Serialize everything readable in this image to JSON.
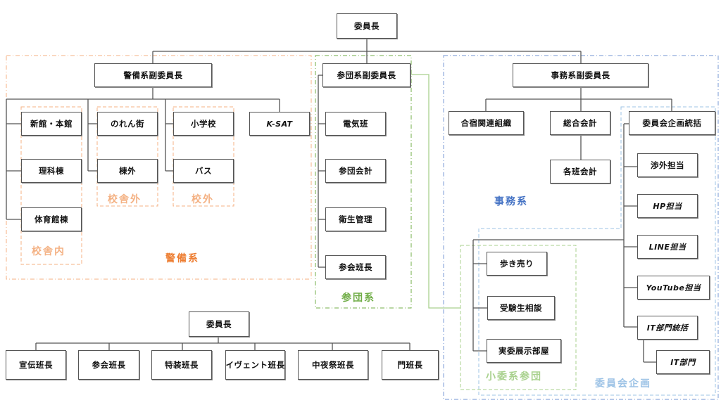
{
  "colors": {
    "keibi": "#F4B183",
    "keibi_label": "#ED7D31",
    "sandan": "#70AD47",
    "sandan_box": "#A9D18E",
    "jimu": "#8FAADC",
    "jimu_label": "#4472C4",
    "iinkai": "#9DC3E6",
    "line": "#555555",
    "green_link": "#A9D18E"
  },
  "top_chart": {
    "chair": "委員長",
    "keibi": {
      "vice": "警備系副委員長",
      "label": "警備系",
      "inside": {
        "label": "校舎内",
        "items": [
          "新館・本館",
          "理科棟",
          "体育館棟"
        ]
      },
      "outside_building": {
        "label": "校舎外",
        "items": [
          "のれん街",
          "棟外"
        ]
      },
      "outside_school": {
        "label": "校外",
        "items": [
          "小学校",
          "バス"
        ]
      },
      "ksat": "K-SAT"
    },
    "sandan": {
      "vice": "参団系副委員長",
      "label": "参団系",
      "items": [
        "電気班",
        "参団会計",
        "衛生管理",
        "参会班長"
      ]
    },
    "jimu": {
      "vice": "事務系副委員長",
      "label": "事務系",
      "gasshuku": "合宿関連組織",
      "somu": "総合会計",
      "kakuhan": "各班会計",
      "kikaku_head": "委員会企画統括",
      "kikaku_label": "委員会企画",
      "kikaku_items": [
        "渉外担当",
        "HP担当",
        "LINE担当",
        "YouTube担当",
        "IT部門統括"
      ],
      "it_dept": "IT部門",
      "shoiin_label": "小委系参団",
      "shoiin_items": [
        "歩き売り",
        "受験生相談",
        "実委展示部屋"
      ]
    }
  },
  "bottom_chart": {
    "chair": "委員長",
    "items": [
      "宣伝班長",
      "参会班長",
      "特装班長",
      "イヴェント班長",
      "中夜祭班長",
      "門班長"
    ]
  }
}
